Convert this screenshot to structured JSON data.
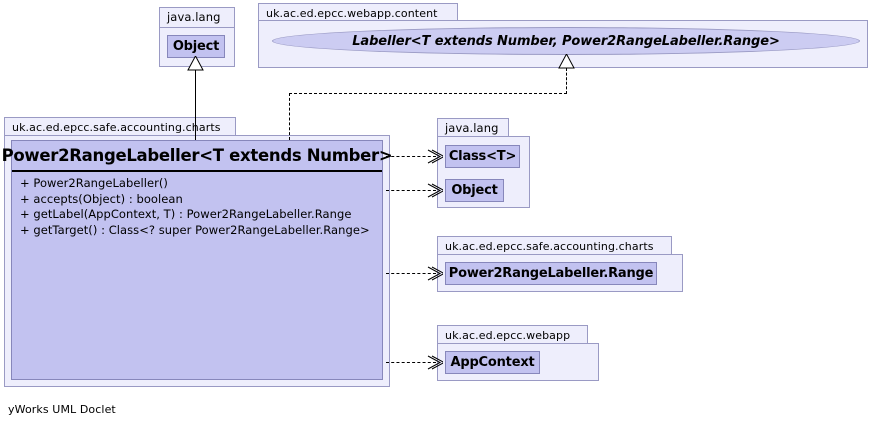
{
  "diagram": {
    "title": "Power2RangeLabeller UML class diagram",
    "footer": "yWorks UML Doclet",
    "colors": {
      "class_fill": "#c2c2f0",
      "class_border": "#8787bb",
      "package_fill": "#eeeefc",
      "package_border": "#9a9ac4",
      "interface_fill": "#ccccf2",
      "line": "#000000",
      "background": "#ffffff"
    }
  },
  "packages": {
    "java_lang_top": {
      "name": "java.lang",
      "classes": [
        {
          "name": "Object"
        }
      ]
    },
    "webapp_content": {
      "name": "uk.ac.ed.epcc.webapp.content",
      "interfaces": [
        {
          "name": "Labeller<T extends Number, Power2RangeLabeller.Range>"
        }
      ]
    },
    "charts_main": {
      "name": "uk.ac.ed.epcc.safe.accounting.charts",
      "focus_class": {
        "name": "Power2RangeLabeller<T extends Number>",
        "operations": [
          "+ Power2RangeLabeller()",
          "+ accepts(Object) : boolean",
          "+ getLabel(AppContext, T) : Power2RangeLabeller.Range",
          "+ getTarget() : Class<? super Power2RangeLabeller.Range>"
        ]
      }
    },
    "java_lang_right": {
      "name": "java.lang",
      "classes": [
        {
          "name": "Class<T>"
        },
        {
          "name": "Object"
        }
      ]
    },
    "charts_range": {
      "name": "uk.ac.ed.epcc.safe.accounting.charts",
      "classes": [
        {
          "name": "Power2RangeLabeller.Range"
        }
      ]
    },
    "webapp_appcontext": {
      "name": "uk.ac.ed.epcc.webapp",
      "classes": [
        {
          "name": "AppContext"
        }
      ]
    }
  },
  "relationships": [
    {
      "kind": "generalization",
      "from": "Power2RangeLabeller<T extends Number>",
      "to": "Object"
    },
    {
      "kind": "realization",
      "from": "Power2RangeLabeller<T extends Number>",
      "to": "Labeller<T extends Number, Power2RangeLabeller.Range>"
    },
    {
      "kind": "dependency",
      "from": "Power2RangeLabeller<T extends Number>",
      "to": "Class<T>"
    },
    {
      "kind": "dependency",
      "from": "Power2RangeLabeller<T extends Number>",
      "to": "Object"
    },
    {
      "kind": "dependency",
      "from": "Power2RangeLabeller<T extends Number>",
      "to": "Power2RangeLabeller.Range"
    },
    {
      "kind": "dependency",
      "from": "Power2RangeLabeller<T extends Number>",
      "to": "AppContext"
    }
  ]
}
